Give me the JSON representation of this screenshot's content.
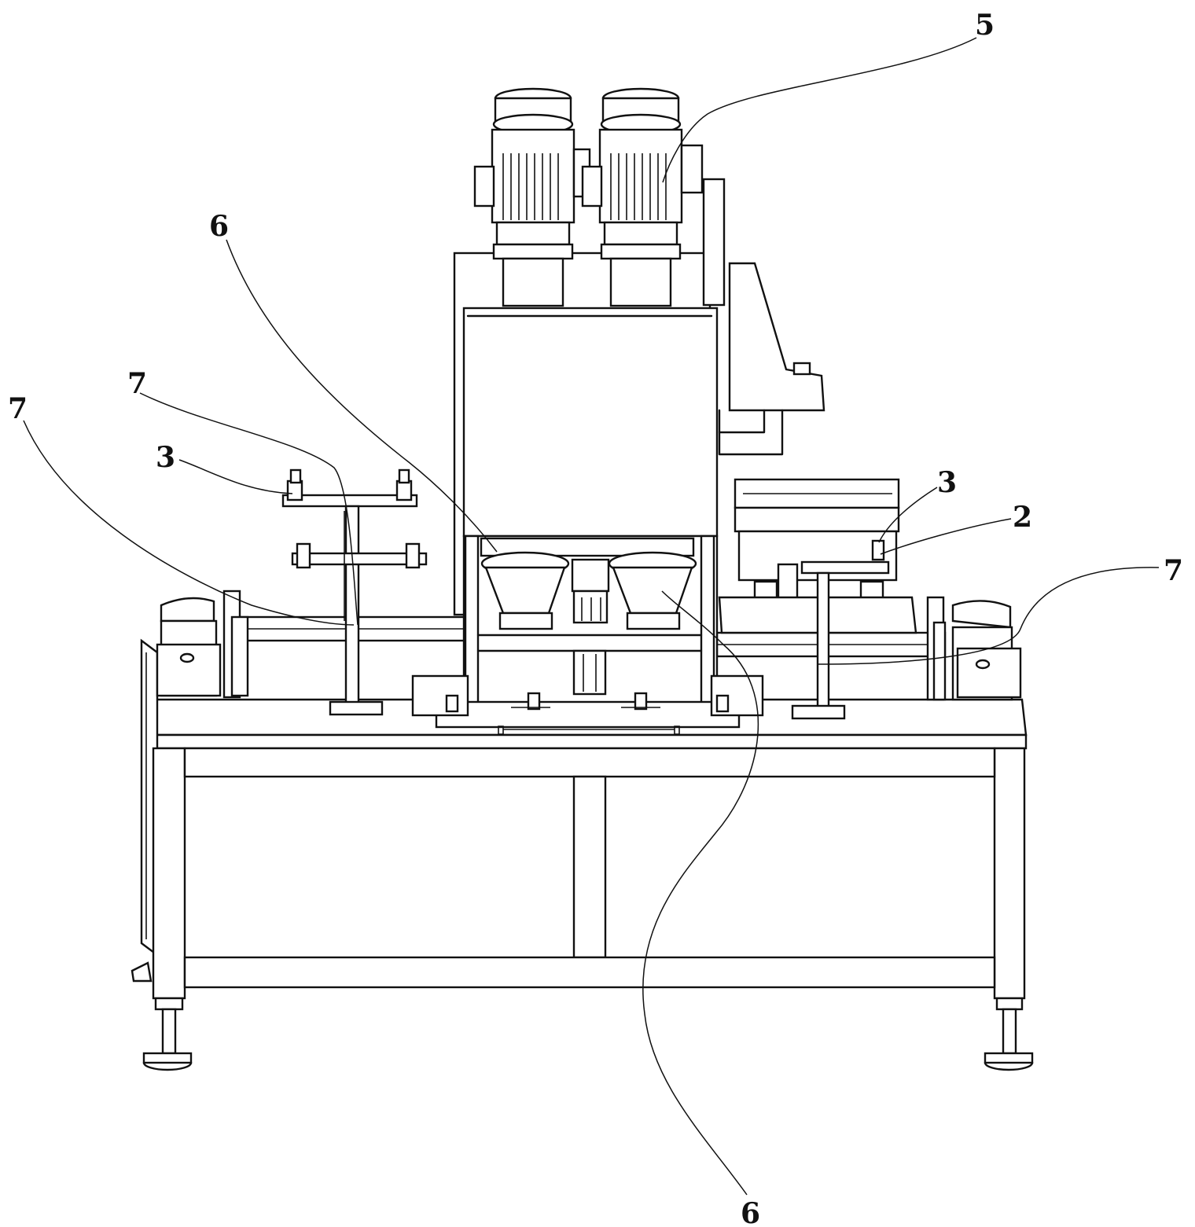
{
  "callouts": [
    {
      "id": "label-5-top-right",
      "text": "5"
    },
    {
      "id": "label-6-upper-left",
      "text": "6"
    },
    {
      "id": "label-7-upper-left",
      "text": "7"
    },
    {
      "id": "label-7-far-left",
      "text": "7"
    },
    {
      "id": "label-3-left",
      "text": "3"
    },
    {
      "id": "label-3-right",
      "text": "3"
    },
    {
      "id": "label-2-right",
      "text": "2"
    },
    {
      "id": "label-7-right",
      "text": "7"
    },
    {
      "id": "label-6-bottom",
      "text": "6"
    }
  ]
}
